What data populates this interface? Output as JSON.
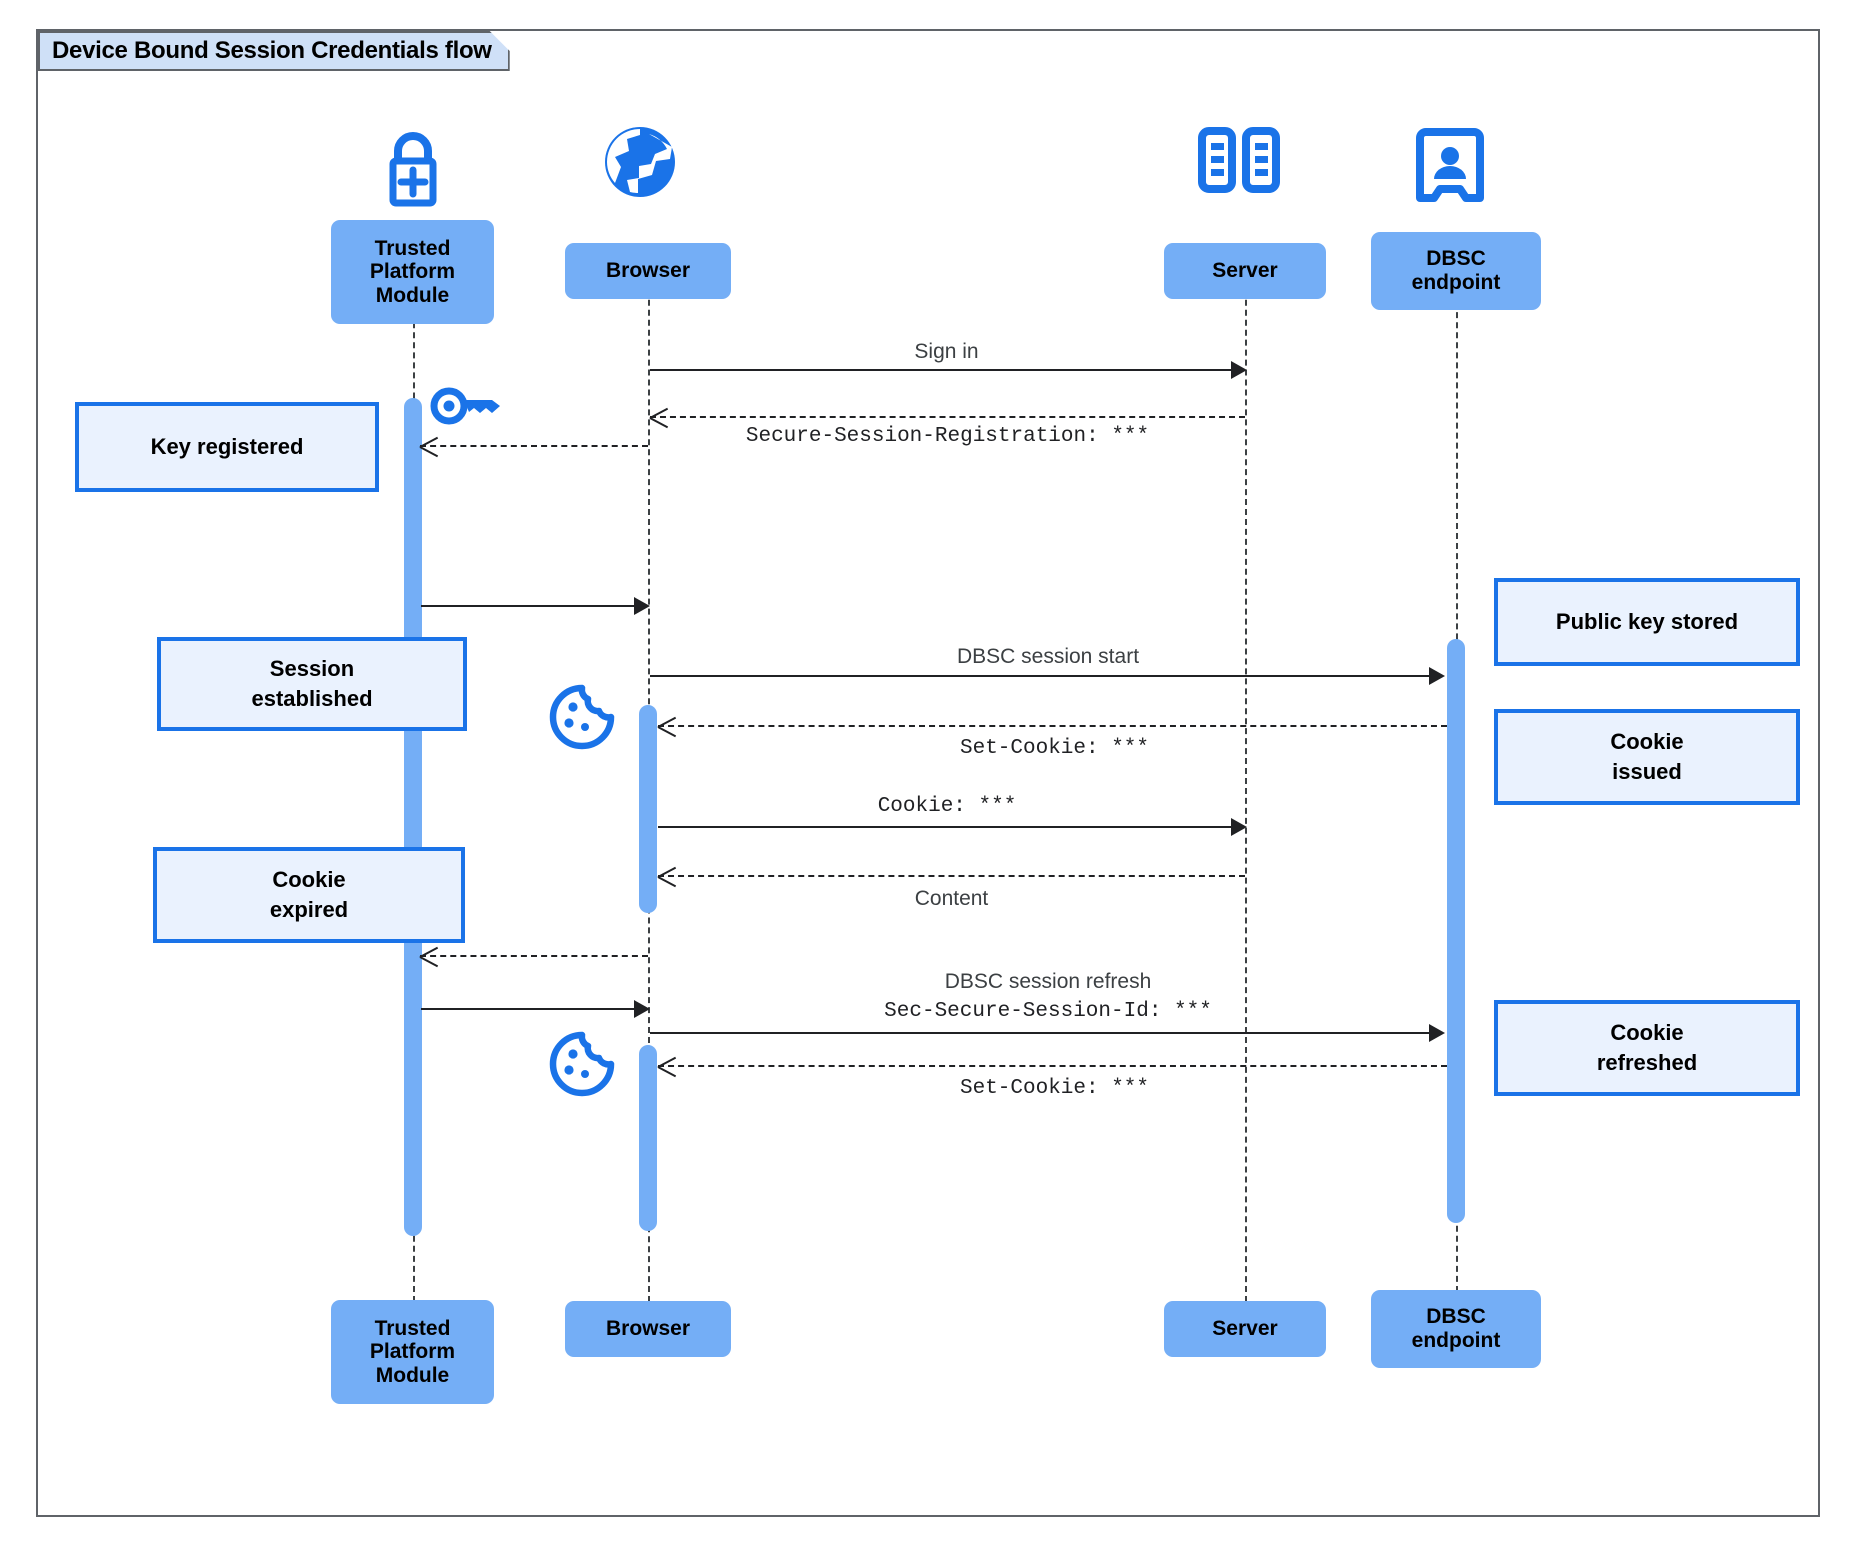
{
  "diagram": {
    "title": "Device Bound Session Credentials flow",
    "type": "sequence-diagram",
    "colors": {
      "participant_fill": "#74aef6",
      "note_fill": "#eaf2fe",
      "note_border": "#1a73e8",
      "icon_blue": "#1a73e8",
      "line": "#202124",
      "frame_border": "#5f6368",
      "title_tab_fill": "#cfe0f7"
    }
  },
  "participants": [
    {
      "id": "tpm",
      "label": "Trusted\nPlatform\nModule",
      "icon": "lock-plus-icon"
    },
    {
      "id": "browser",
      "label": "Browser",
      "icon": "globe-icon"
    },
    {
      "id": "server",
      "label": "Server",
      "icon": "servers-icon"
    },
    {
      "id": "dbsc",
      "label": "DBSC\nendpoint",
      "icon": "id-badge-icon"
    }
  ],
  "messages": [
    {
      "id": "m1",
      "from": "browser",
      "to": "server",
      "style": "solid",
      "label": "Sign in",
      "font": "sans"
    },
    {
      "id": "m2",
      "from": "server",
      "to": "browser",
      "style": "dashed",
      "label": "Secure-Session-Registration: ***",
      "font": "mono"
    },
    {
      "id": "m3",
      "from": "browser",
      "to": "tpm",
      "style": "dashed",
      "label": "",
      "font": "sans"
    },
    {
      "id": "m4",
      "from": "tpm",
      "to": "browser",
      "style": "solid",
      "label": "",
      "font": "sans"
    },
    {
      "id": "m5",
      "from": "browser",
      "to": "dbsc",
      "style": "solid",
      "label": "DBSC session start",
      "font": "sans"
    },
    {
      "id": "m6",
      "from": "dbsc",
      "to": "browser",
      "style": "dashed",
      "label": "Set-Cookie: ***",
      "font": "mono"
    },
    {
      "id": "m7",
      "from": "browser",
      "to": "server",
      "style": "solid",
      "label": "Cookie: ***",
      "font": "mono"
    },
    {
      "id": "m8",
      "from": "server",
      "to": "browser",
      "style": "dashed",
      "label": "Content",
      "font": "sans"
    },
    {
      "id": "m9",
      "from": "browser",
      "to": "tpm",
      "style": "dashed",
      "label": "",
      "font": "sans"
    },
    {
      "id": "m10",
      "from": "tpm",
      "to": "browser",
      "style": "solid",
      "label": "",
      "font": "sans"
    },
    {
      "id": "m11",
      "from": "browser",
      "to": "dbsc",
      "style": "solid",
      "label": "DBSC session refresh",
      "label2": "Sec-Secure-Session-Id: ***",
      "font": "sans"
    },
    {
      "id": "m12",
      "from": "dbsc",
      "to": "browser",
      "style": "dashed",
      "label": "Set-Cookie: ***",
      "font": "mono"
    }
  ],
  "notes": [
    {
      "id": "n1",
      "text": "Key registered",
      "side": "left",
      "attached_to": "tpm"
    },
    {
      "id": "n2",
      "text": "Session\nestablished",
      "side": "left",
      "attached_to": "tpm"
    },
    {
      "id": "n3",
      "text": "Cookie\nexpired",
      "side": "left",
      "attached_to": "tpm"
    },
    {
      "id": "n4",
      "text": "Public key stored",
      "side": "right",
      "attached_to": "dbsc"
    },
    {
      "id": "n5",
      "text": "Cookie\nissued",
      "side": "right",
      "attached_to": "dbsc"
    },
    {
      "id": "n6",
      "text": "Cookie\nrefreshed",
      "side": "right",
      "attached_to": "dbsc"
    }
  ],
  "decorations": [
    {
      "id": "d1",
      "icon": "key-icon",
      "near": "tpm"
    },
    {
      "id": "d2",
      "icon": "cookie-icon",
      "near": "browser"
    },
    {
      "id": "d3",
      "icon": "cookie-icon",
      "near": "browser"
    }
  ]
}
